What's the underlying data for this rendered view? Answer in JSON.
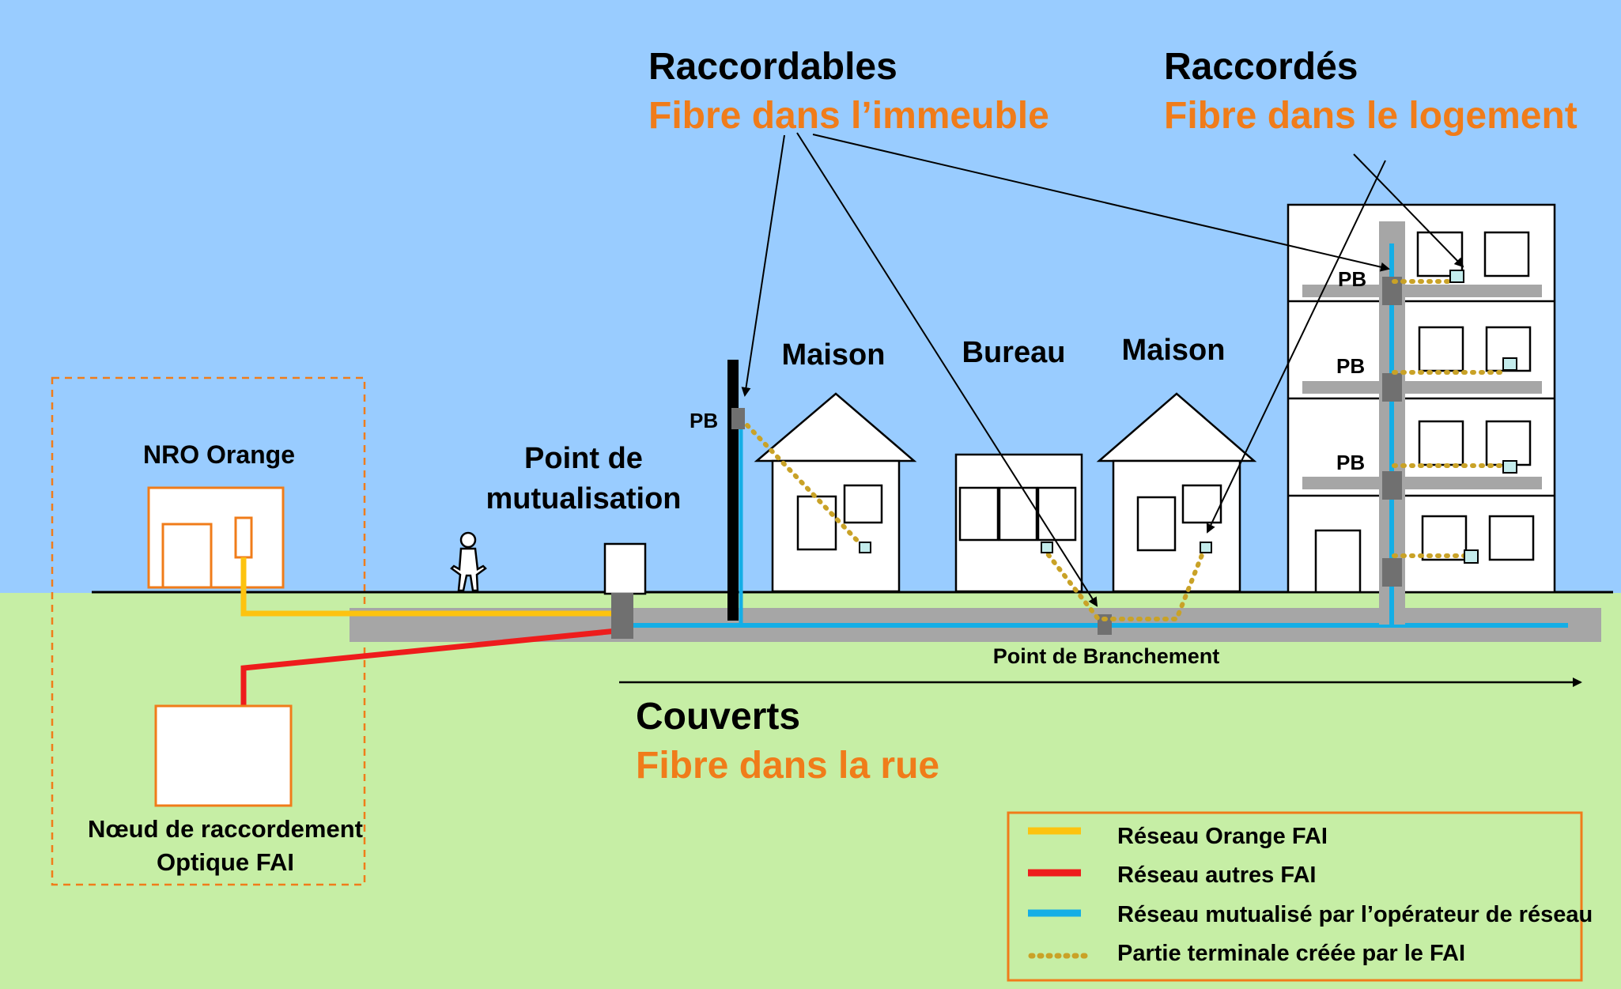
{
  "diagram": {
    "headers": {
      "raccordables": {
        "title": "Raccordables",
        "subtitle": "Fibre dans l’immeuble"
      },
      "raccordes": {
        "title": "Raccordés",
        "subtitle": "Fibre dans le logement"
      },
      "couverts": {
        "title": "Couverts",
        "subtitle": "Fibre dans la rue"
      }
    },
    "labels": {
      "nro_orange": "NRO Orange",
      "nro_fai_line1": "Nœud de raccordement",
      "nro_fai_line2": "Optique FAI",
      "point_mutualisation_line1": "Point de",
      "point_mutualisation_line2": "mutualisation",
      "pb": "PB",
      "maison": "Maison",
      "bureau": "Bureau",
      "point_branchement": "Point de Branchement"
    },
    "legend": [
      {
        "label": "Réseau Orange FAI",
        "color": "#fdc30f",
        "style": "solid"
      },
      {
        "label": "Réseau autres FAI",
        "color": "#ee1c1c",
        "style": "solid"
      },
      {
        "label": "Réseau mutualisé par l’opérateur de réseau",
        "color": "#14aee6",
        "style": "solid"
      },
      {
        "label": "Partie terminale créée par le FAI",
        "color": "#c9a227",
        "style": "dotted"
      }
    ],
    "colors": {
      "sky": "#99ccff",
      "ground": "#c6eea5",
      "accent_orange": "#f07c1a",
      "orange_fai": "#fdc30f",
      "other_fai": "#ee1c1c",
      "shared_network": "#14aee6",
      "terminal_dotted": "#c9a227",
      "duct": "#a6a6a6",
      "node": "#707070"
    }
  }
}
